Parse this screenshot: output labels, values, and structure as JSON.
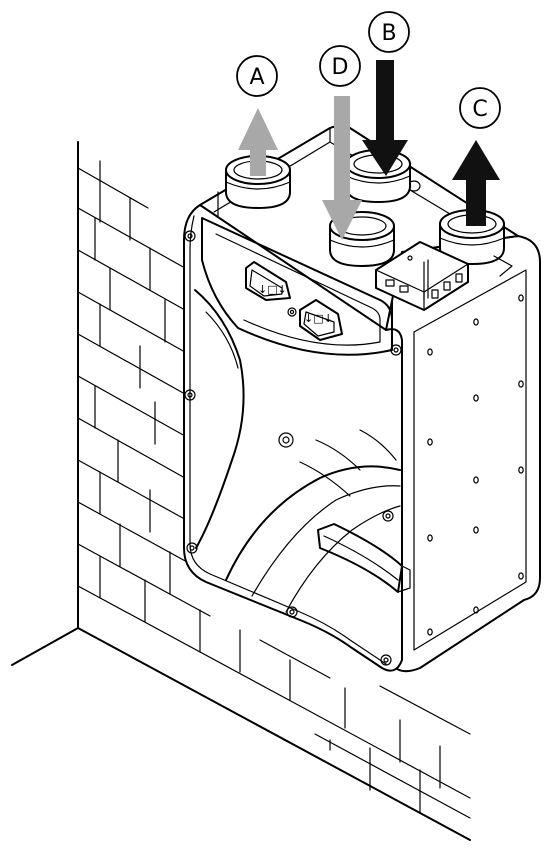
{
  "callouts": [
    {
      "id": "a",
      "label": "A",
      "arrow": "up",
      "color": "#a8a8a8"
    },
    {
      "id": "b",
      "label": "B",
      "arrow": "down",
      "color": "#111111"
    },
    {
      "id": "c",
      "label": "C",
      "arrow": "up",
      "color": "#111111"
    },
    {
      "id": "d",
      "label": "D",
      "arrow": "down",
      "color": "#a8a8a8"
    }
  ],
  "icons": {
    "wall": "brick-wall-icon",
    "unit": "ventilation-unit-icon",
    "duct": "duct-collar-icon",
    "control": "control-box-icon"
  }
}
